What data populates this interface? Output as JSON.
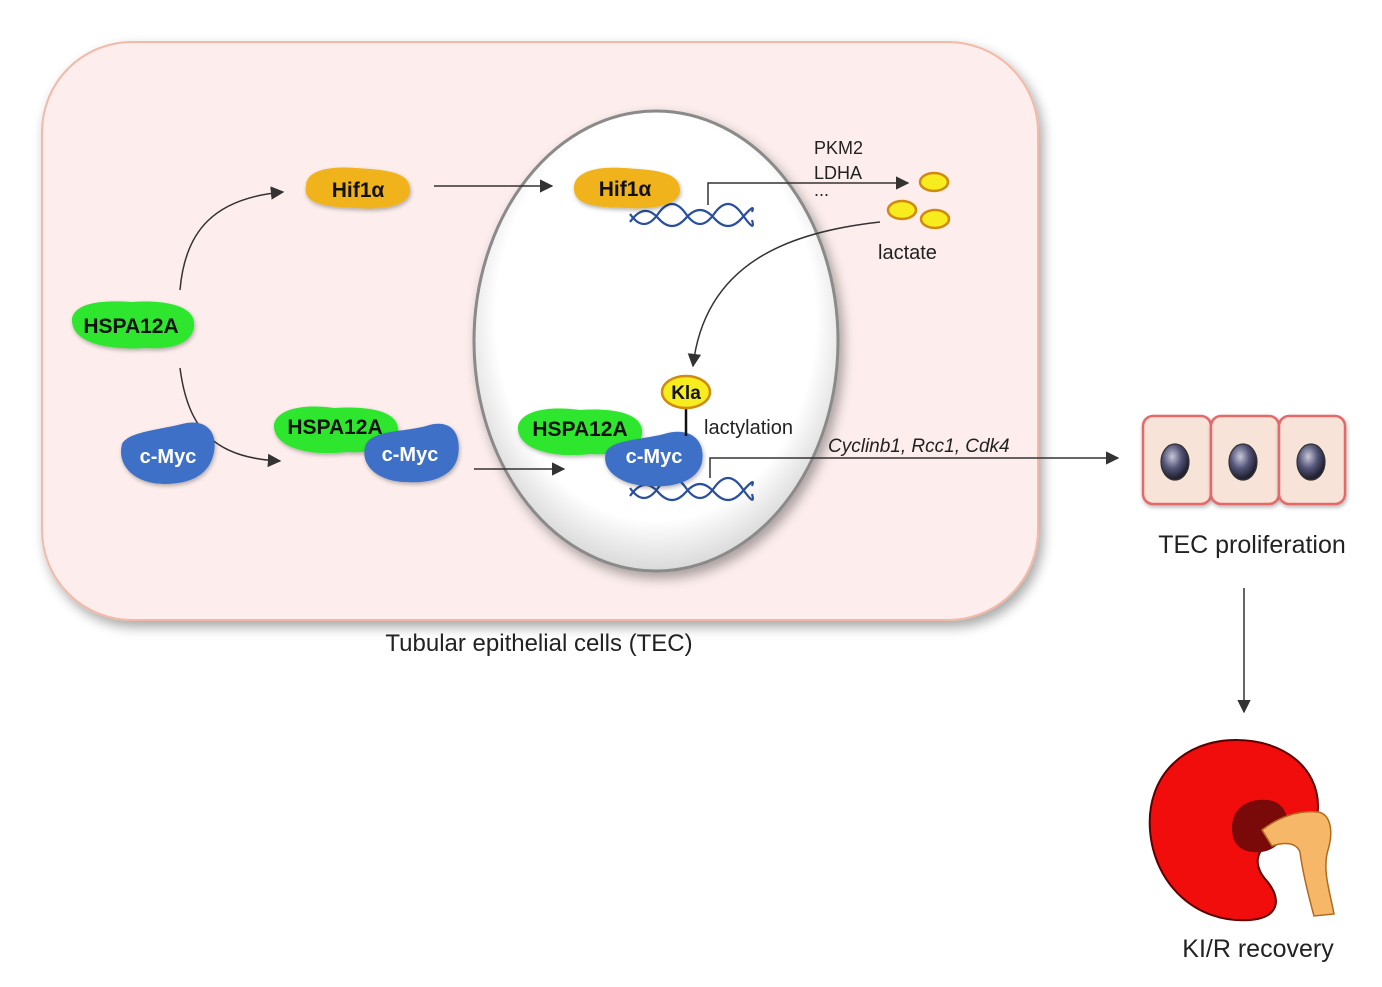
{
  "colors": {
    "cell_fill": "#fdeeed",
    "cell_stroke": "#f3b9a6",
    "nucleus_fill": "#ffffff",
    "nucleus_stroke": "#8a8a8a",
    "hspa12a": "#2ee62e",
    "hif1a": "#f0b31f",
    "cmyc": "#3e6fc6",
    "lactate": "#f7ec1d",
    "dna": "#2a4f9e",
    "kidney": "#f20d0d",
    "kidney_dark": "#7a0a0a",
    "ureter": "#f6b868",
    "arrow": "#333333"
  },
  "labels": {
    "hspa12a_main": "HSPA12A",
    "hif1a_cyto": "Hif1α",
    "hif1a_nuc": "Hif1α",
    "cmyc_free": "c-Myc",
    "hspa12a_complex": "HSPA12A",
    "cmyc_complex": "c-Myc",
    "hspa12a_nuc": "HSPA12A",
    "cmyc_nuc": "c-Myc",
    "pkm2": "PKM2",
    "ldha": "LDHA",
    "ellipsis": "...",
    "lactate": "lactate",
    "kla": "Kla",
    "lactylation": "lactylation",
    "target_genes": "Cyclinb1, Rcc1, Cdk4",
    "cell_caption": "Tubular epithelial cells (TEC)",
    "tec_proliferation": "TEC proliferation",
    "kir_recovery": "KI/R recovery"
  }
}
